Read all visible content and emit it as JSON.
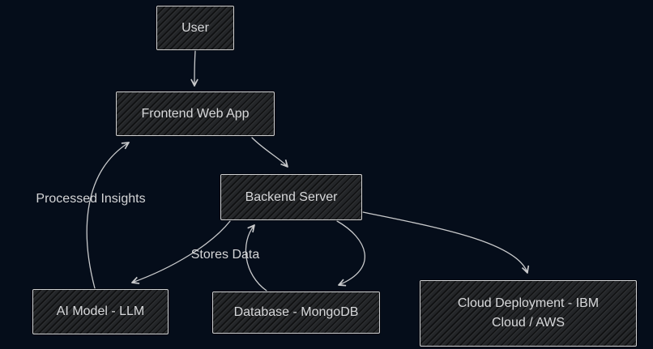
{
  "diagram": {
    "type": "flowchart",
    "background_color": "#050d1a",
    "node_fill_color": "#232528",
    "node_border_color": "#cfd0d2",
    "text_color": "#d7d8da",
    "edge_color": "#c9cacc",
    "style": "hand-drawn-hachure",
    "nodes": {
      "user": {
        "label": "User"
      },
      "frontend": {
        "label": "Frontend Web App"
      },
      "backend": {
        "label": "Backend Server"
      },
      "ai_model": {
        "label": "AI Model - LLM"
      },
      "database": {
        "label": "Database - MongoDB"
      },
      "cloud": {
        "label": "Cloud Deployment - IBM Cloud / AWS",
        "line1": "Cloud Deployment - IBM",
        "line2": "Cloud / AWS"
      }
    },
    "edge_labels": {
      "processed_insights": "Processed Insights",
      "stores_data": "Stores Data"
    },
    "edges": [
      {
        "from": "User",
        "to": "Frontend Web App",
        "label": ""
      },
      {
        "from": "Frontend Web App",
        "to": "Backend Server",
        "label": ""
      },
      {
        "from": "AI Model - LLM",
        "to": "Frontend Web App",
        "label": "Processed Insights"
      },
      {
        "from": "Backend Server",
        "to": "AI Model - LLM",
        "label": ""
      },
      {
        "from": "Database - MongoDB",
        "to": "Backend Server",
        "label": ""
      },
      {
        "from": "Backend Server",
        "to": "Database - MongoDB",
        "label": "Stores Data"
      },
      {
        "from": "Backend Server",
        "to": "Cloud Deployment - IBM Cloud / AWS",
        "label": ""
      }
    ]
  }
}
